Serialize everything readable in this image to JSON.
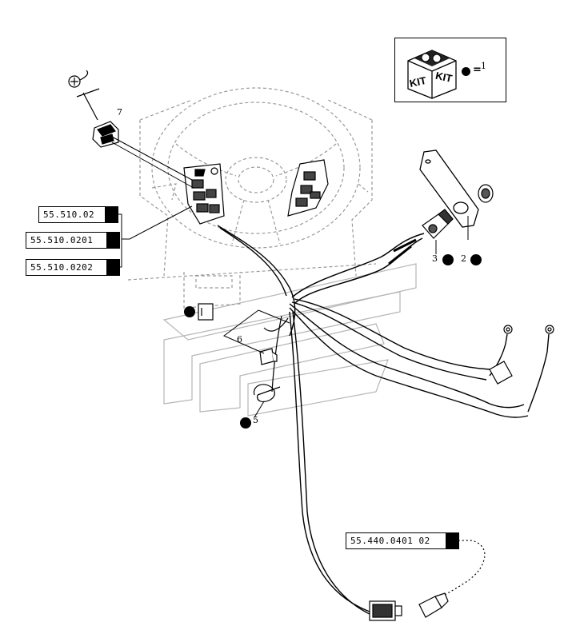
{
  "kit": {
    "label_left": "KIT",
    "label_right": "KIT",
    "equals": "=",
    "callout": "1"
  },
  "references": [
    {
      "id": "ref-55-510-02",
      "text": "55.510.02"
    },
    {
      "id": "ref-55-510-0201",
      "text": "55.510.0201"
    },
    {
      "id": "ref-55-510-0202",
      "text": "55.510.0202"
    },
    {
      "id": "ref-55-440-0401-02",
      "text": "55.440.0401 02"
    }
  ],
  "callouts": {
    "c1": "1",
    "c2": "2",
    "c3": "3",
    "c5": "5",
    "c6": "6",
    "c7": "7"
  },
  "colors": {
    "line": "#000000",
    "ghost": "#9a9a9a",
    "background": "#ffffff"
  }
}
